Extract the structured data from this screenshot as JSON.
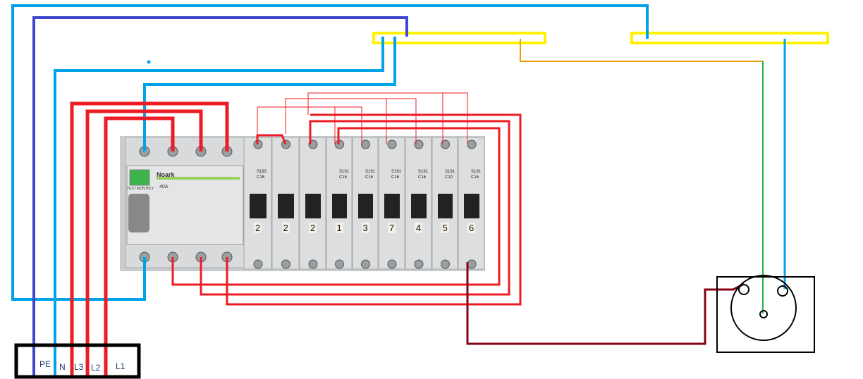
{
  "terminal_block": {
    "labels": [
      "PE",
      "N",
      "L3",
      "L2",
      "L1"
    ]
  },
  "rcd": {
    "brand": "Noark",
    "rating": "40A",
    "test_label": "TEST MONTHLY"
  },
  "breakers": [
    {
      "model": "S193",
      "rating": "C16",
      "number": "2"
    },
    {
      "model": "",
      "rating": "",
      "number": "2"
    },
    {
      "model": "",
      "rating": "",
      "number": "2"
    },
    {
      "model": "S191",
      "rating": "C16",
      "number": "1"
    },
    {
      "model": "S191",
      "rating": "C16",
      "number": "3"
    },
    {
      "model": "S191",
      "rating": "C16",
      "number": "7"
    },
    {
      "model": "S191",
      "rating": "C16",
      "number": "4"
    },
    {
      "model": "S191",
      "rating": "C10",
      "number": "5"
    },
    {
      "model": "S191",
      "rating": "C16",
      "number": "6"
    }
  ],
  "colors": {
    "pe": "#3f48cc",
    "neutral": "#00a2e8",
    "phase": "#ed1c24",
    "busbar": "#fff200",
    "switched": "#880015",
    "earth": "#22b14c"
  }
}
